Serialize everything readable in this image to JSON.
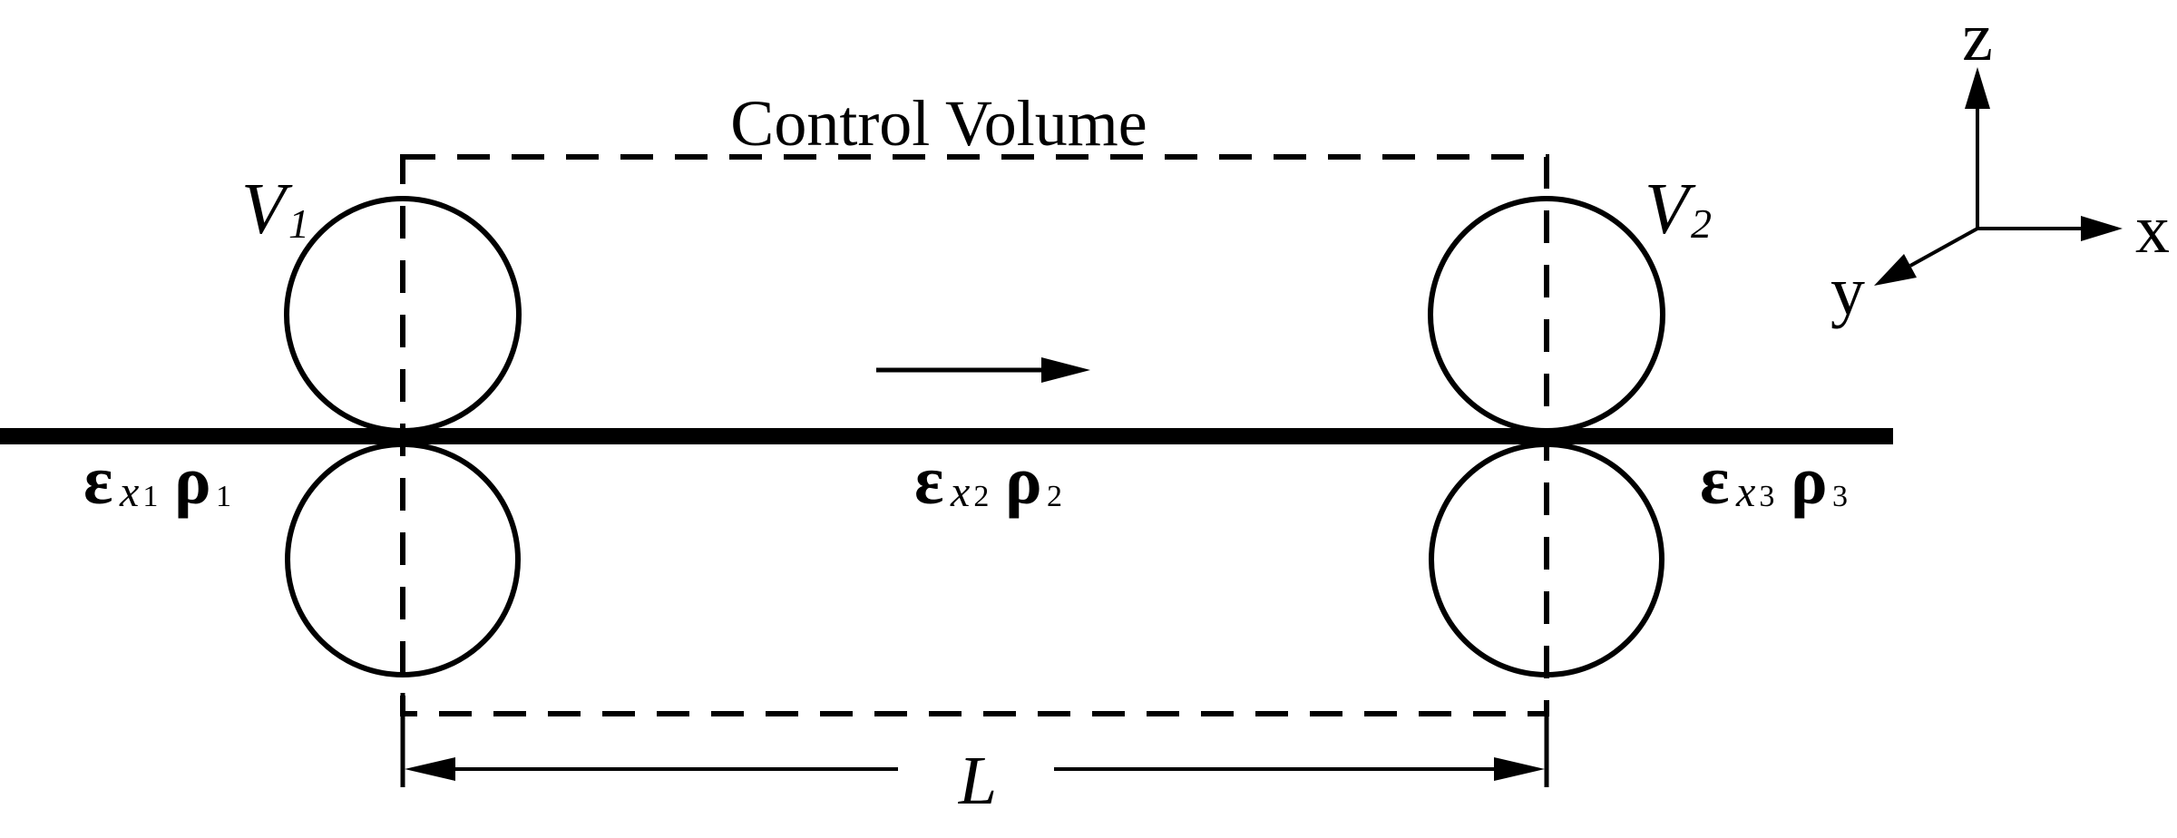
{
  "figure": {
    "title": "Control Volume",
    "roller_labels": {
      "v1": {
        "base": "V",
        "sub": "1"
      },
      "v2": {
        "base": "V",
        "sub": "2"
      }
    },
    "strip_state_labels": {
      "upstream": {
        "epsilon": "ε",
        "epsilon_sub_letter": "x",
        "epsilon_sub_digit": "1",
        "rho": "ρ",
        "rho_sub": "1"
      },
      "inside": {
        "epsilon": "ε",
        "epsilon_sub_letter": "x",
        "epsilon_sub_digit": "2",
        "rho": "ρ",
        "rho_sub": "2"
      },
      "downstream": {
        "epsilon": "ε",
        "epsilon_sub_letter": "x",
        "epsilon_sub_digit": "3",
        "rho": "ρ",
        "rho_sub": "3"
      }
    },
    "dimension_label": "L",
    "axis_labels": {
      "x": "x",
      "y": "y",
      "z": "z"
    },
    "colors": {
      "ink": "#000000",
      "background": "#ffffff"
    }
  }
}
